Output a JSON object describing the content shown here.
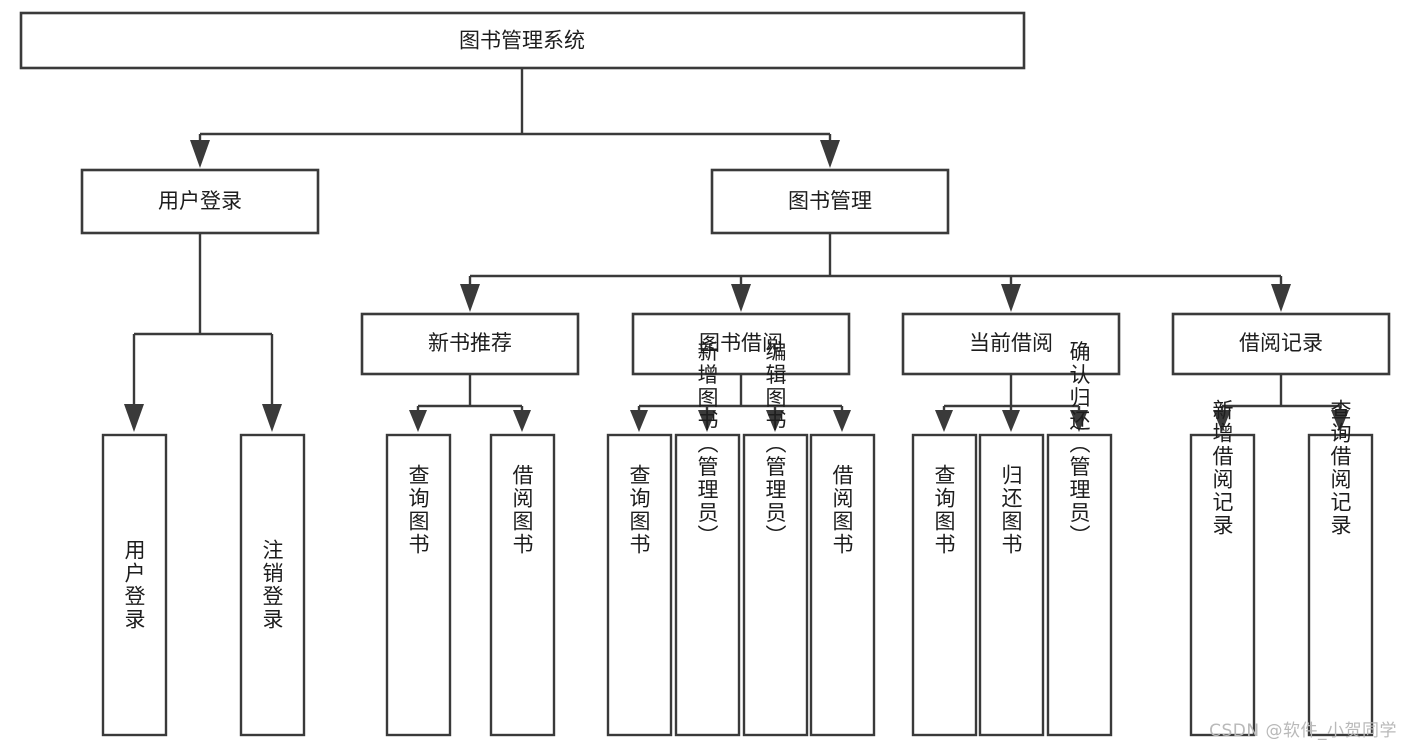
{
  "diagram": {
    "title": "图书管理系统",
    "type": "tree-hierarchy",
    "watermark": "CSDN @软件_小贺同学",
    "colors": {
      "stroke": "#3a3a3a",
      "fill": "#ffffff",
      "text": "#1d1d1d",
      "watermark": "#b9b9b9"
    },
    "root": {
      "id": "root",
      "label": "图书管理系统"
    },
    "level2": [
      {
        "id": "user-login",
        "label": "用户登录"
      },
      {
        "id": "book-manage",
        "label": "图书管理"
      }
    ],
    "level3": [
      {
        "id": "new-book-recommend",
        "label": "新书推荐",
        "parent": "book-manage"
      },
      {
        "id": "book-borrow",
        "label": "图书借阅",
        "parent": "book-manage"
      },
      {
        "id": "current-borrow",
        "label": "当前借阅",
        "parent": "book-manage"
      },
      {
        "id": "borrow-record",
        "label": "借阅记录",
        "parent": "book-manage"
      }
    ],
    "leaves": {
      "user-login": [
        {
          "id": "leaf-user-login",
          "label": "用户登录"
        },
        {
          "id": "leaf-user-logout",
          "label": "注销登录"
        }
      ],
      "new-book-recommend": [
        {
          "id": "leaf-query-book-1",
          "label": "查询图书"
        },
        {
          "id": "leaf-borrow-book-1",
          "label": "借阅图书"
        }
      ],
      "book-borrow": [
        {
          "id": "leaf-query-book-2",
          "label": "查询图书"
        },
        {
          "id": "leaf-add-book",
          "label": "新增图书（管理员）"
        },
        {
          "id": "leaf-edit-book",
          "label": "编辑图书（管理员）"
        },
        {
          "id": "leaf-borrow-book-2",
          "label": "借阅图书"
        }
      ],
      "current-borrow": [
        {
          "id": "leaf-query-book-3",
          "label": "查询图书"
        },
        {
          "id": "leaf-return-book",
          "label": "归还图书"
        },
        {
          "id": "leaf-confirm-return",
          "label": "确认归还（管理员）"
        }
      ],
      "borrow-record": [
        {
          "id": "leaf-add-record",
          "label": "新增借阅记录"
        },
        {
          "id": "leaf-query-record",
          "label": "查询借阅记录"
        }
      ]
    }
  }
}
